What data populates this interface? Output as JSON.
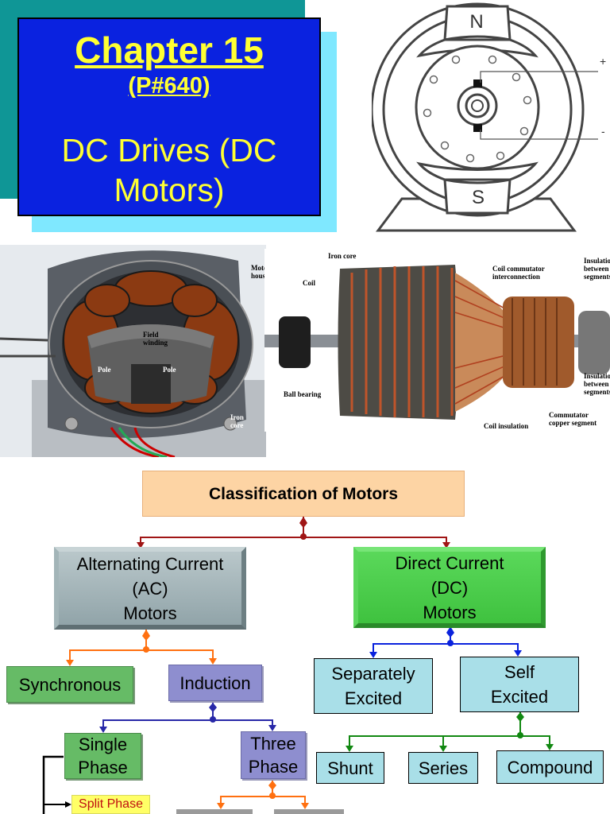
{
  "slide": {
    "chapter": "Chapter  15",
    "page_ref": "(P#640)",
    "title_line1": "DC Drives (DC",
    "title_line2": "Motors)"
  },
  "motor_diagram": {
    "north": "N",
    "south": "S",
    "plus": "+",
    "minus": "-"
  },
  "stator_photo": {
    "labels": {
      "field_winding": "Field winding",
      "pole_left": "Pole",
      "pole_right": "Pole",
      "iron_core": "Iron core",
      "motor_housing": "Motor housing"
    }
  },
  "armature_photo": {
    "labels": {
      "iron_core": "Iron core",
      "coil": "Coil",
      "coil_commutator": "Coil commutator interconnection",
      "insulation_top": "Insulation between segments",
      "ball_bearing": "Ball bearing",
      "insulation_bottom": "Insulation between segments",
      "commutator": "Commutator copper segment",
      "coil_insulation": "Coil insulation"
    }
  },
  "classification": {
    "title": "Classification of Motors",
    "ac": {
      "line1": "Alternating Current",
      "line2": "(AC)",
      "line3": "Motors"
    },
    "dc": {
      "line1": "Direct   Current",
      "line2": "(DC)",
      "line3": "Motors"
    },
    "synchronous": "Synchronous",
    "induction": "Induction",
    "separately": {
      "line1": "Separately",
      "line2": "Excited"
    },
    "self": {
      "line1": "Self",
      "line2": "Excited"
    },
    "single": {
      "line1": "Single",
      "line2": "Phase"
    },
    "three": {
      "line1": "Three",
      "line2": "Phase"
    },
    "shunt": "Shunt",
    "series": "Series",
    "compound": "Compound",
    "split_phase": "Split Phase"
  },
  "colors": {
    "title_bg": "#0a22e0",
    "title_text": "#ffff33",
    "teal": "#0f9696",
    "cyan": "#7fe8ff",
    "header_box": "#fdd4a4",
    "ac_box": "#a2b3b7",
    "dc_box": "#4ccd4c"
  }
}
